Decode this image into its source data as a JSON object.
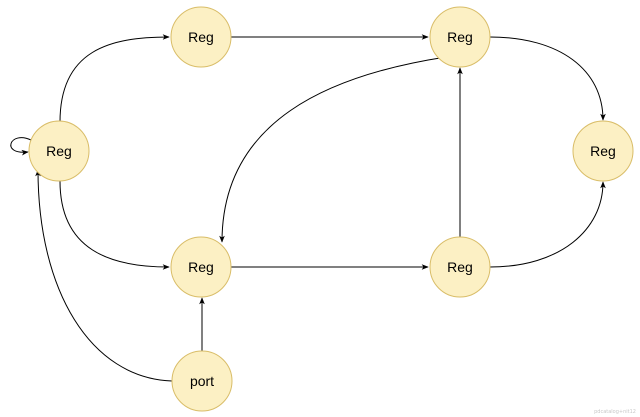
{
  "nodes": [
    {
      "id": "left",
      "label": "Reg"
    },
    {
      "id": "top-mid",
      "label": "Reg"
    },
    {
      "id": "top-right",
      "label": "Reg"
    },
    {
      "id": "far-right",
      "label": "Reg"
    },
    {
      "id": "bottom-mid",
      "label": "Reg"
    },
    {
      "id": "bottom-right",
      "label": "Reg"
    },
    {
      "id": "port",
      "label": "port"
    }
  ],
  "edges": [
    {
      "from": "left",
      "to": "left"
    },
    {
      "from": "left",
      "to": "top-mid"
    },
    {
      "from": "left",
      "to": "bottom-mid"
    },
    {
      "from": "top-mid",
      "to": "top-right"
    },
    {
      "from": "top-right",
      "to": "far-right"
    },
    {
      "from": "top-right",
      "to": "bottom-mid"
    },
    {
      "from": "bottom-mid",
      "to": "bottom-right"
    },
    {
      "from": "bottom-right",
      "to": "top-right"
    },
    {
      "from": "bottom-right",
      "to": "far-right"
    },
    {
      "from": "port",
      "to": "bottom-mid"
    },
    {
      "from": "port",
      "to": "left"
    }
  ],
  "colors": {
    "node_fill": "#fcf0c4",
    "node_stroke": "#d9bd68",
    "edge": "#000000"
  },
  "watermark": "pdcatalog+nit12"
}
